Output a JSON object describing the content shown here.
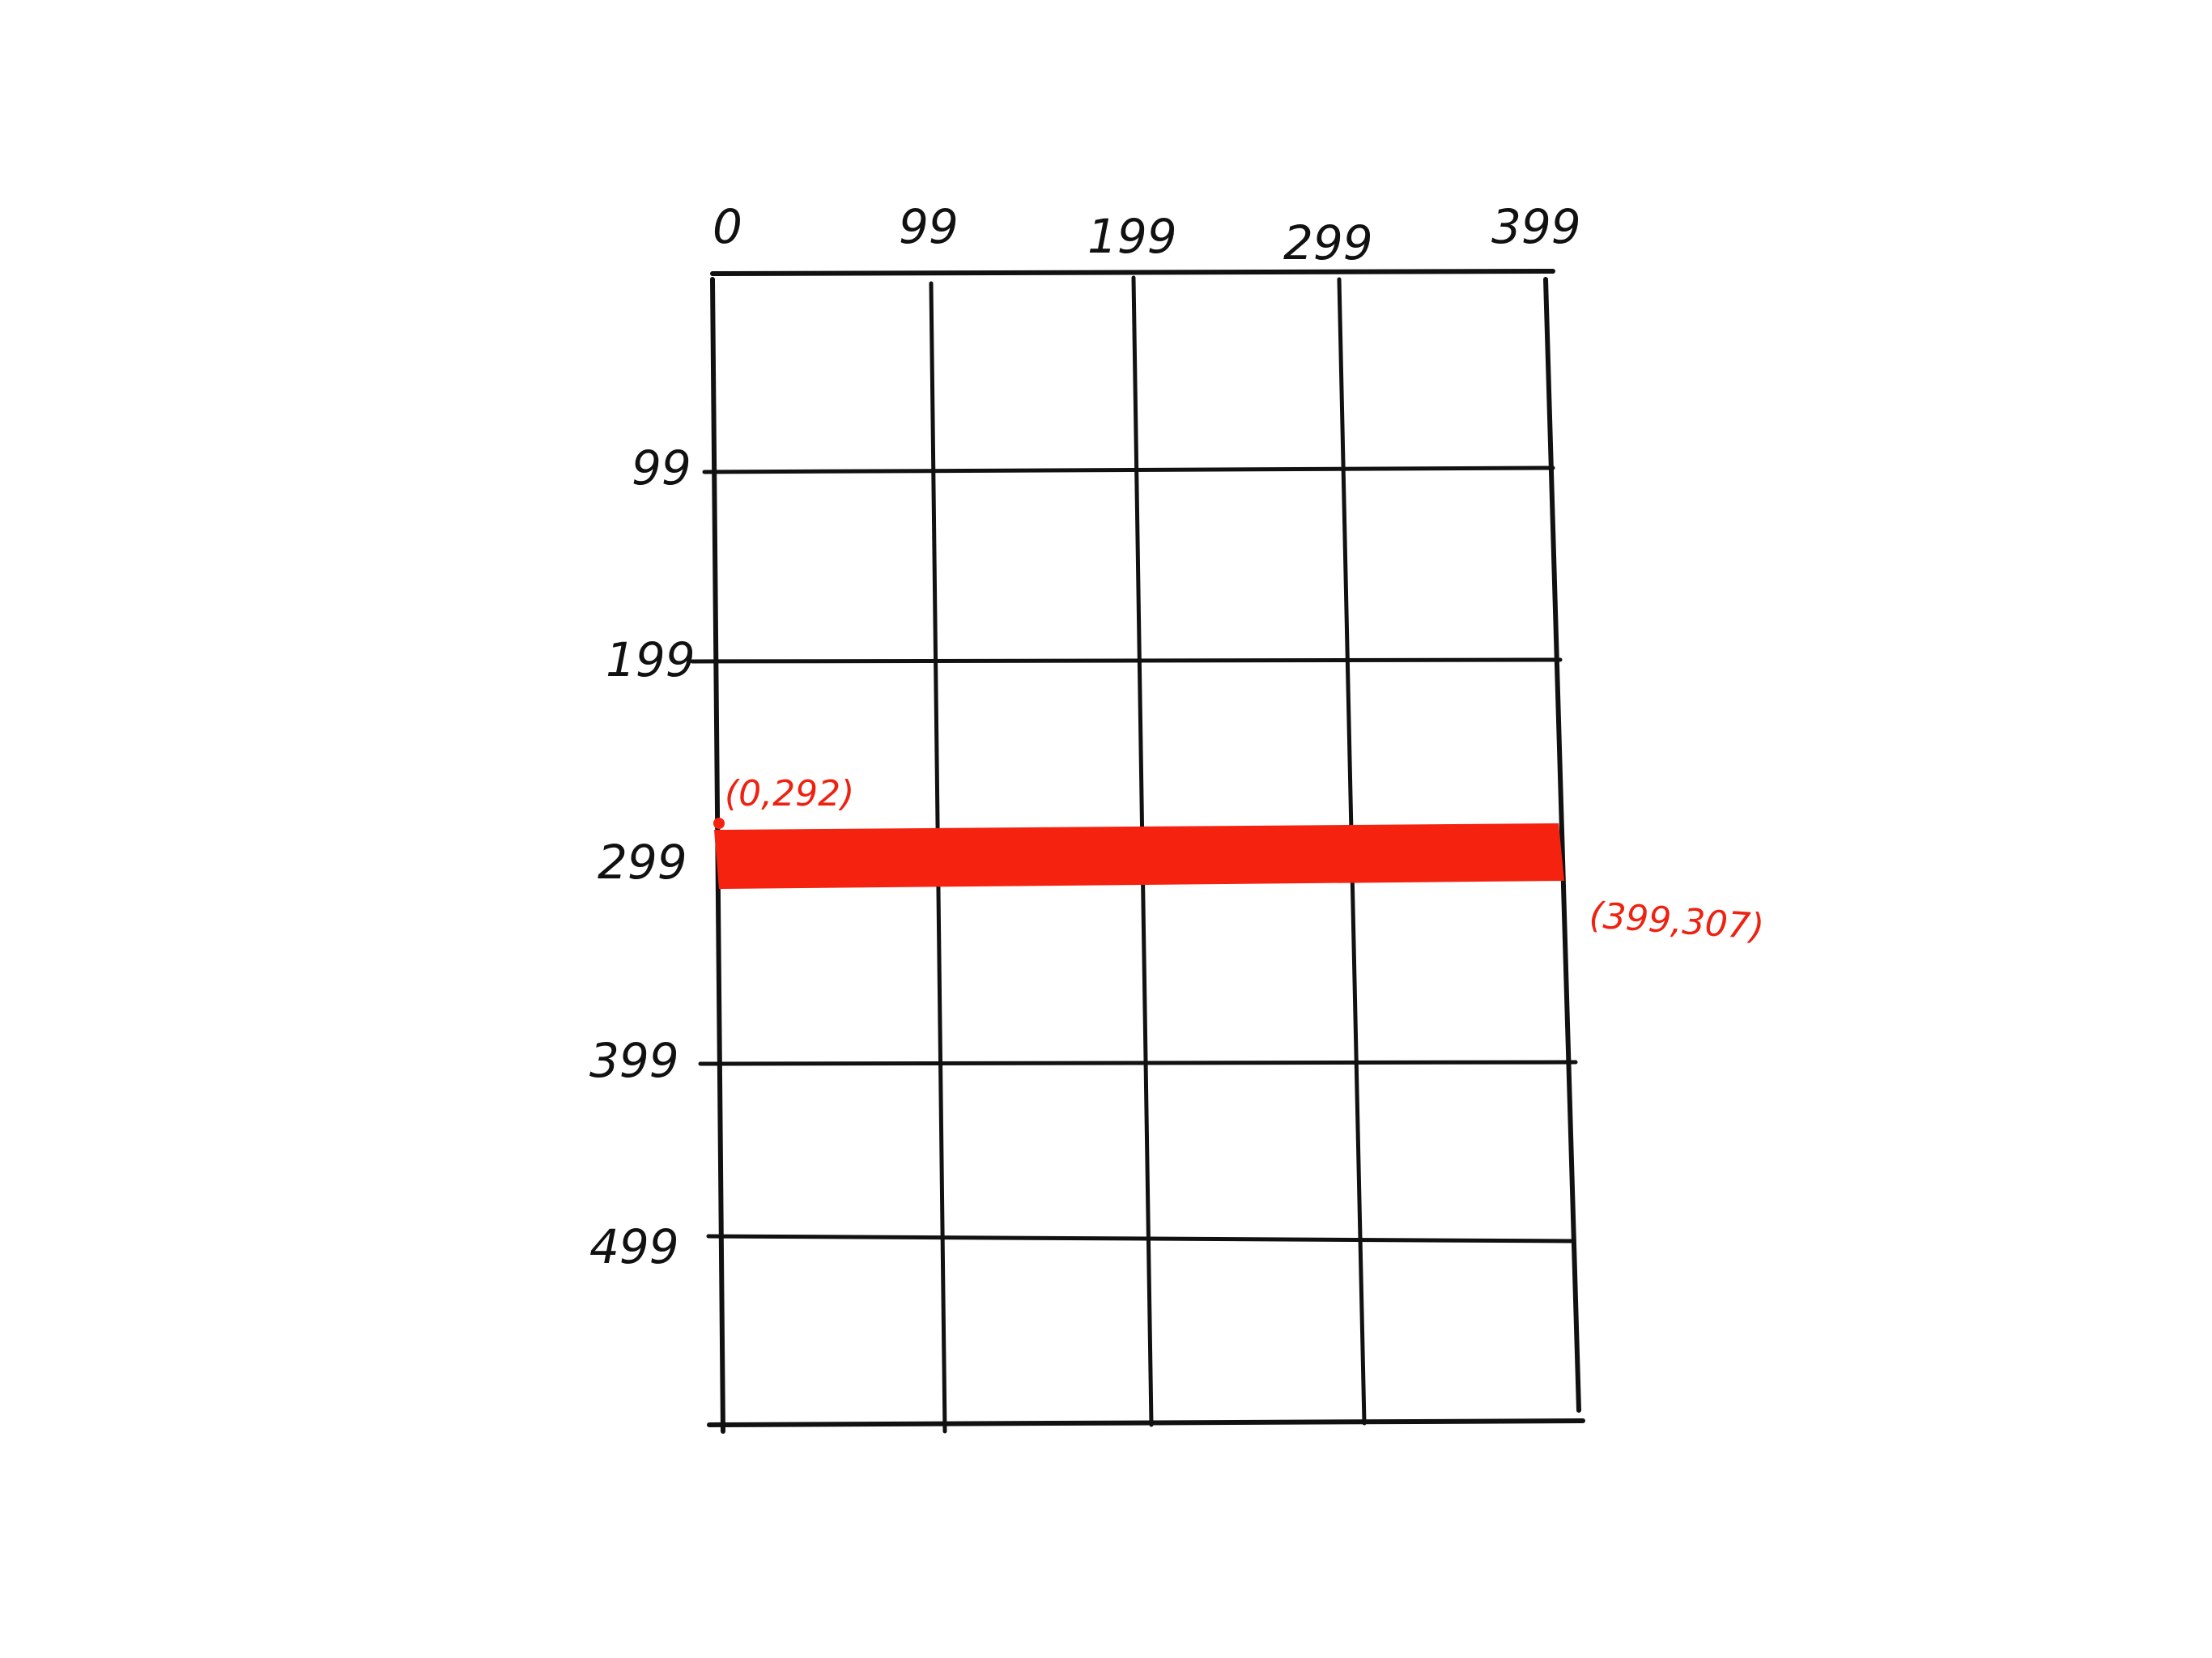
{
  "diagram": {
    "x_ticks": [
      "0",
      "99",
      "199",
      "299",
      "399"
    ],
    "y_ticks": [
      "99",
      "199",
      "299",
      "399",
      "499"
    ],
    "highlight": {
      "color": "#f5220f",
      "start_label": "(0,292)",
      "end_label": "(399,307)",
      "start_point": [
        0,
        292
      ],
      "end_point": [
        399,
        307
      ]
    }
  }
}
